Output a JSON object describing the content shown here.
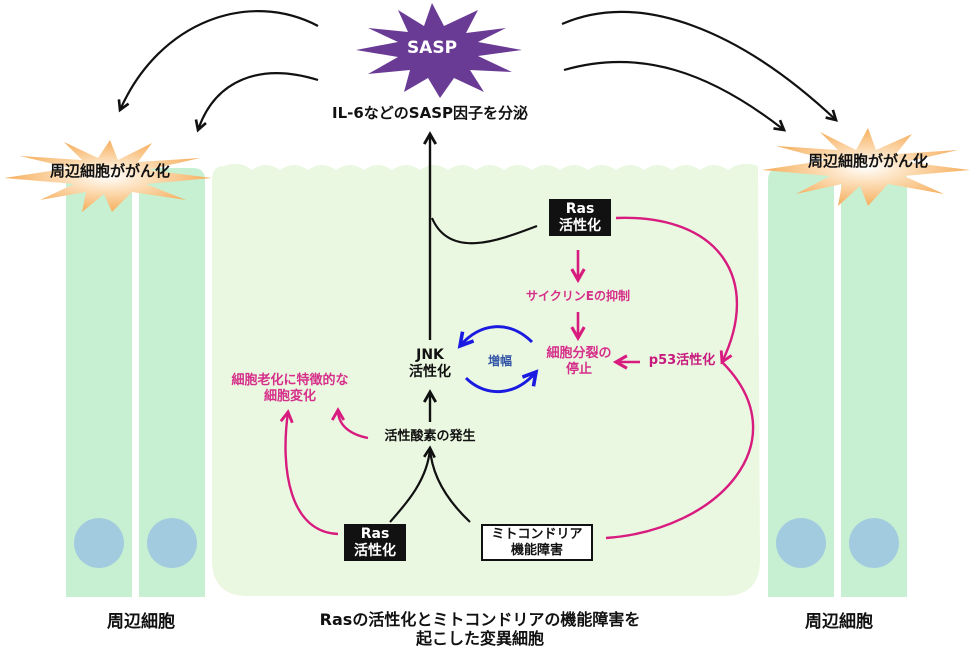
{
  "colors": {
    "sasp_burst": "#6a3b94",
    "cancer_burst": "#f6b46a",
    "mutant_cell": "#ebf8e1",
    "neighbor_cell": "#c6f0d1",
    "nucleus": "#a3cbdf",
    "pink_path": "#d81b7f",
    "blue_loop": "#1a1ae0",
    "black": "#111111"
  },
  "sasp": {
    "label": "SASP",
    "secretion": "IL-6などのSASP因子を分泌"
  },
  "neighbor_left": {
    "burst_label": "周辺細胞ががん化",
    "cell_label": "周辺細胞"
  },
  "neighbor_right": {
    "burst_label": "周辺細胞ががん化",
    "cell_label": "周辺細胞"
  },
  "mutant_cell": {
    "caption_line1": "Rasの活性化とミトコンドリアの機能障害を",
    "caption_line2": "起こした変異細胞"
  },
  "nodes": {
    "ras_top": {
      "line1": "Ras",
      "line2": "活性化"
    },
    "cyclin_e": "サイクリンEの抑制",
    "arrest": {
      "line1": "細胞分裂の",
      "line2": "停止"
    },
    "p53": "p53活性化",
    "jnk": {
      "line1": "JNK",
      "line2": "活性化"
    },
    "amplify": "増幅",
    "senescence": {
      "line1": "細胞老化に特徴的な",
      "line2": "細胞変化"
    },
    "ros": "活性酸素の発生",
    "ras_bottom": {
      "line1": "Ras",
      "line2": "活性化"
    },
    "mito": {
      "line1": "ミトコンドリア",
      "line2": "機能障害"
    }
  }
}
